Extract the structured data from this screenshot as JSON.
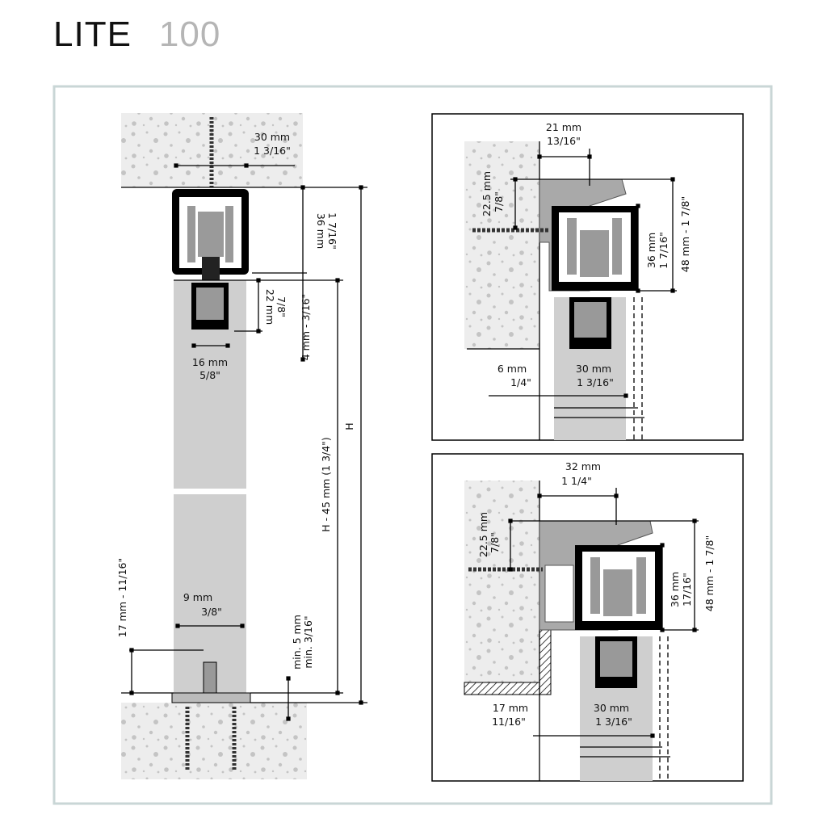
{
  "title": {
    "name": "LITE",
    "number": "100"
  },
  "colors": {
    "frame": "#c9d6d6",
    "concrete": "#e9e9e9",
    "speckle": "#c4c4c4",
    "door": "#cfcfcf",
    "profile": "#a9a9a9",
    "track": "#000000"
  },
  "front_view": {
    "top_width_mm": "30 mm",
    "top_width_in": "1 3/16\"",
    "track_height_mm": "36 mm",
    "track_height_in": "1 7/16\"",
    "carrier_height_mm": "22 mm",
    "carrier_height_in": "7/8\"",
    "gap": "4 mm - 3/16\"",
    "groove_width_mm": "16 mm",
    "groove_width_in": "5/8\"",
    "door_height": "H - 45 mm (1 3/4\")",
    "total_height": "H",
    "guide_width_mm": "9 mm",
    "guide_width_in": "3/8\"",
    "guide_depth": "17 mm - 11/16\"",
    "floor_gap_mm": "min. 5 mm",
    "floor_gap_in": "min. 3/16\""
  },
  "wall_mount": {
    "offset_mm": "21 mm",
    "offset_in": "13/16\"",
    "screw_height_mm": "22.5 mm",
    "screw_height_in": "7/8\"",
    "track_height_mm": "36 mm",
    "track_height_in": "1 7/16\"",
    "total_height": "48 mm - 1 7/8\"",
    "wall_gap_mm": "6 mm",
    "wall_gap_in": "1/4\"",
    "door_width_mm": "30 mm",
    "door_width_in": "1 3/16\""
  },
  "wall_mount_spacer": {
    "offset_mm": "32 mm",
    "offset_in": "1 1/4\"",
    "screw_height_mm": "22.5 mm",
    "screw_height_in": "7/8\"",
    "track_height_mm": "36 mm",
    "track_height_in": "17/16\"",
    "total_height": "48 mm - 1 7/8\"",
    "wall_gap_mm": "17 mm",
    "wall_gap_in": "11/16\"",
    "door_width_mm": "30 mm",
    "door_width_in": "1 3/16\""
  }
}
